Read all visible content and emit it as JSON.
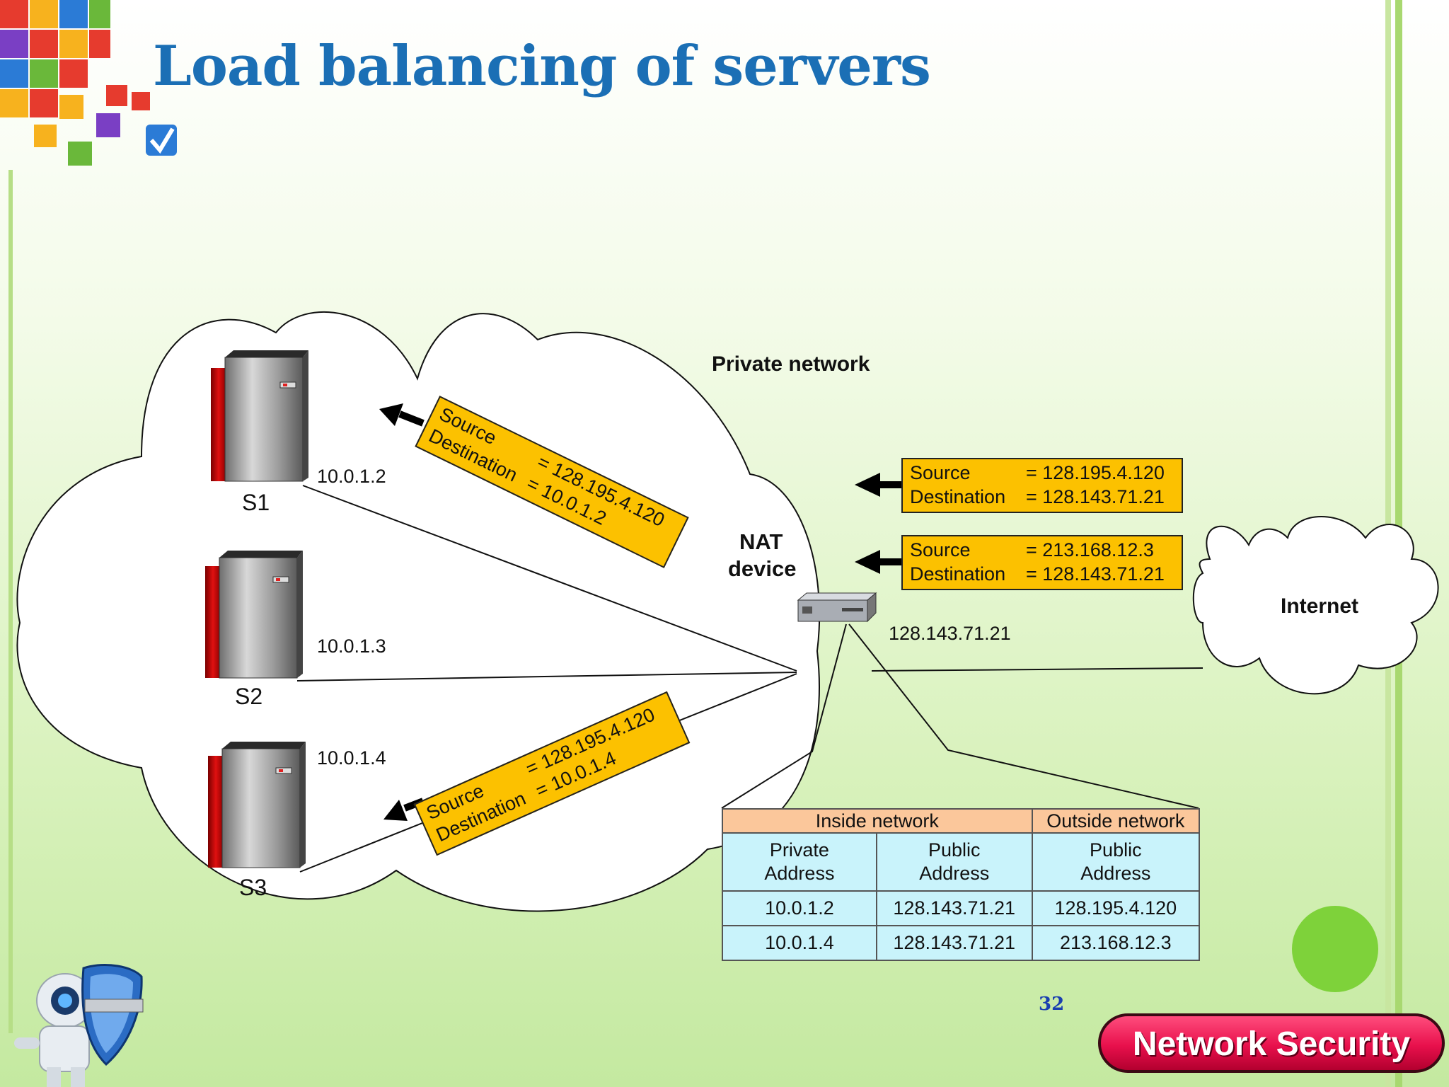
{
  "slide": {
    "title": "Load balancing of servers",
    "page_number": "32",
    "footer_badge": "Network Security",
    "colors": {
      "title": "#1b6fb5",
      "packet_box": "#fcc100",
      "table_header": "#fbc79b",
      "table_body": "#c9f3fb",
      "badge": "#e8104c"
    }
  },
  "diagram": {
    "private_network_label": "Private network",
    "internet_label": "Internet",
    "nat_label_line1": "NAT",
    "nat_label_line2": "device",
    "nat_public_ip": "128.143.71.21",
    "servers": [
      {
        "name": "S1",
        "ip": "10.0.1.2"
      },
      {
        "name": "S2",
        "ip": "10.0.1.3"
      },
      {
        "name": "S3",
        "ip": "10.0.1.4"
      }
    ],
    "packets_in": [
      {
        "source_label": "Source",
        "source_value": "= 128.195.4.120",
        "dest_label": "Destination",
        "dest_value": "= 128.143.71.21"
      },
      {
        "source_label": "Source",
        "source_value": "= 213.168.12.3",
        "dest_label": "Destination",
        "dest_value": "= 128.143.71.21"
      }
    ],
    "packets_out": [
      {
        "source_label": "Source",
        "source_value": "= 128.195.4.120",
        "dest_label": "Destination",
        "dest_value": "= 10.0.1.2"
      },
      {
        "source_label": "Source",
        "source_value": "= 128.195.4.120",
        "dest_label": "Destination",
        "dest_value": "= 10.0.1.4"
      }
    ]
  },
  "nat_table": {
    "group_headers": [
      "Inside network",
      "Outside network"
    ],
    "columns": [
      {
        "line1": "Private",
        "line2": "Address"
      },
      {
        "line1": "Public",
        "line2": "Address"
      },
      {
        "line1": "Public",
        "line2": "Address"
      }
    ],
    "rows": [
      [
        "10.0.1.2",
        "128.143.71.21",
        "128.195.4.120"
      ],
      [
        "10.0.1.4",
        "128.143.71.21",
        "213.168.12.3"
      ]
    ]
  }
}
